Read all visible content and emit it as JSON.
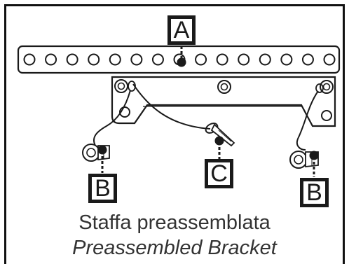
{
  "callouts": {
    "a": "A",
    "b_left": "B",
    "b_right": "B",
    "c": "C"
  },
  "caption": {
    "italian": "Staffa preassemblata",
    "english": "Preassembled Bracket"
  },
  "colors": {
    "line": "#1a1a1a",
    "caption_text": "#333333",
    "background": "#ffffff"
  }
}
